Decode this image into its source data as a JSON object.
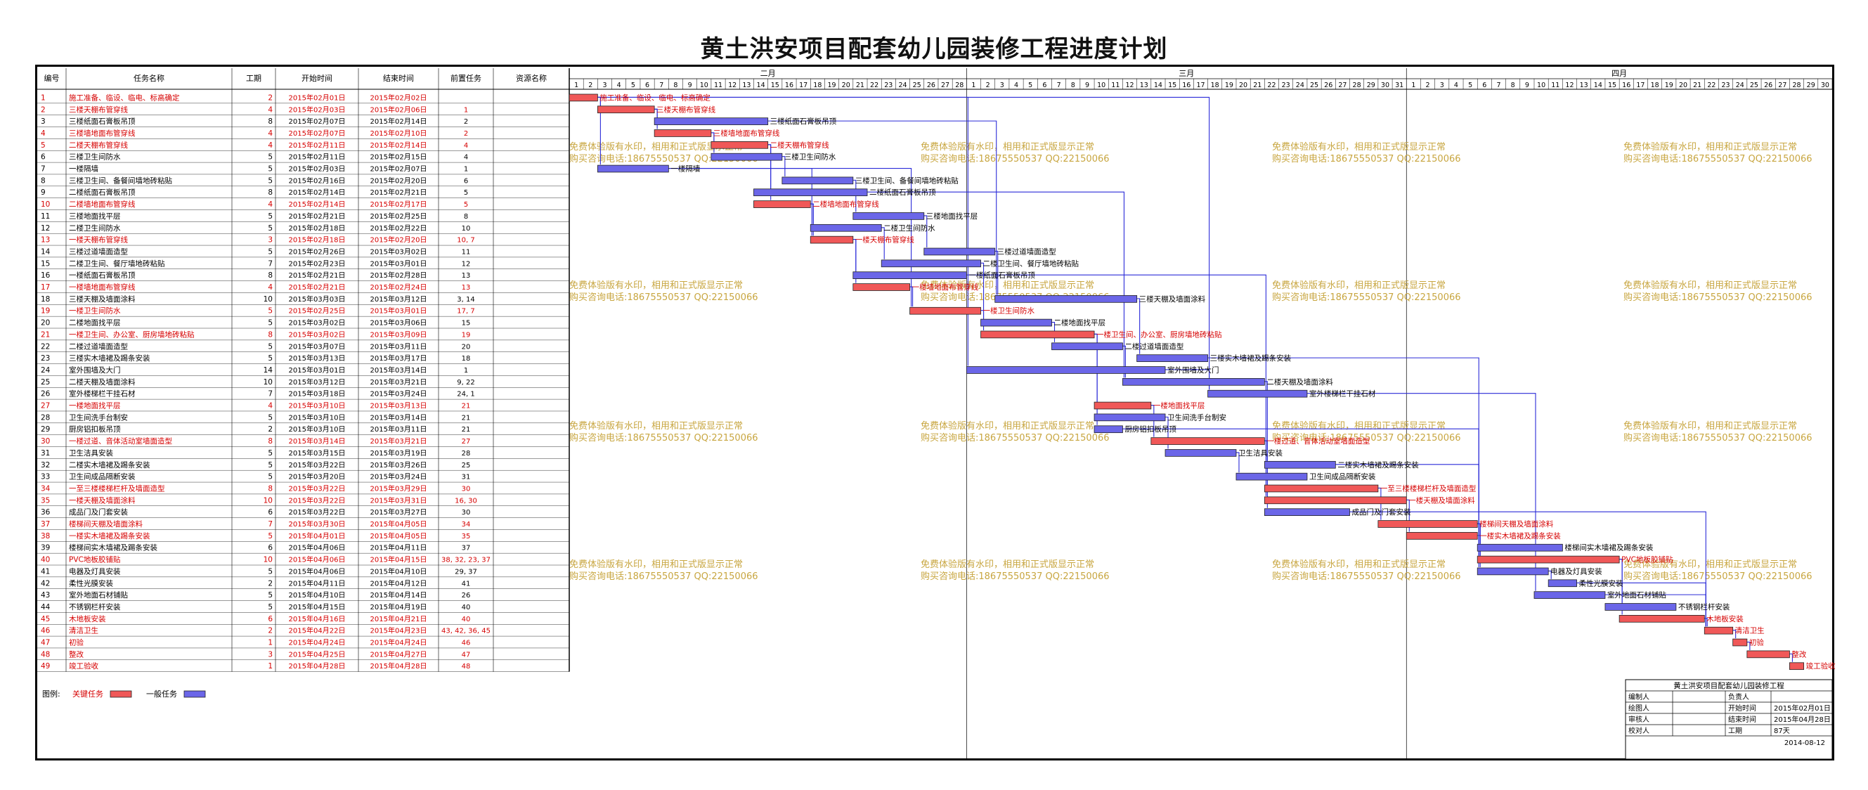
{
  "title": "黄土洪安项目配套幼儿园装修工程进度计划",
  "headers": {
    "no": "编号",
    "name": "任务名称",
    "dur": "工期",
    "start": "开始时间",
    "end": "结束时间",
    "pred": "前置任务",
    "res": "资源名称"
  },
  "months": [
    {
      "label": "二月",
      "days": 28
    },
    {
      "label": "三月",
      "days": 31
    },
    {
      "label": "四月",
      "days": 30
    }
  ],
  "tasks": [
    {
      "no": "1",
      "name": "施工准备、临设、临电、标高确定",
      "dur": "2",
      "start": "2015年02月01日",
      "end": "2015年02月02日",
      "pred": "",
      "critical": true,
      "s": 1,
      "e": 2,
      "bar_label": "施工准备、临设、临电、标高确定"
    },
    {
      "no": "2",
      "name": "三楼天棚布管穿线",
      "dur": "4",
      "start": "2015年02月03日",
      "end": "2015年02月06日",
      "pred": "1",
      "critical": true,
      "s": 3,
      "e": 6,
      "bar_label": "三楼天棚布管穿线"
    },
    {
      "no": "3",
      "name": "三楼纸面石膏板吊顶",
      "dur": "8",
      "start": "2015年02月07日",
      "end": "2015年02月14日",
      "pred": "2",
      "critical": false,
      "s": 7,
      "e": 14,
      "bar_label": "三楼纸面石膏板吊顶"
    },
    {
      "no": "4",
      "name": "三楼墙地面布管穿线",
      "dur": "4",
      "start": "2015年02月07日",
      "end": "2015年02月10日",
      "pred": "2",
      "critical": true,
      "s": 7,
      "e": 10,
      "bar_label": "三楼墙地面布管穿线"
    },
    {
      "no": "5",
      "name": "二楼天棚布管穿线",
      "dur": "4",
      "start": "2015年02月11日",
      "end": "2015年02月14日",
      "pred": "4",
      "critical": true,
      "s": 11,
      "e": 14,
      "bar_label": "二楼天棚布管穿线"
    },
    {
      "no": "6",
      "name": "三楼卫生间防水",
      "dur": "5",
      "start": "2015年02月11日",
      "end": "2015年02月15日",
      "pred": "4",
      "critical": false,
      "s": 11,
      "e": 15,
      "bar_label": "三楼卫生间防水"
    },
    {
      "no": "7",
      "name": "一楼隔墙",
      "dur": "5",
      "start": "2015年02月03日",
      "end": "2015年02月07日",
      "pred": "1",
      "critical": false,
      "s": 3,
      "e": 7,
      "bar_label": "一楼隔墙"
    },
    {
      "no": "8",
      "name": "三楼卫生间、备餐间墙地砖粘贴",
      "dur": "5",
      "start": "2015年02月16日",
      "end": "2015年02月20日",
      "pred": "6",
      "critical": false,
      "s": 16,
      "e": 20,
      "bar_label": "三楼卫生间、备餐间墙地砖粘贴"
    },
    {
      "no": "9",
      "name": "二楼纸面石膏板吊顶",
      "dur": "8",
      "start": "2015年02月14日",
      "end": "2015年02月21日",
      "pred": "5",
      "critical": false,
      "s": 14,
      "e": 21,
      "bar_label": "二楼纸面石膏板吊顶"
    },
    {
      "no": "10",
      "name": "二楼墙地面布管穿线",
      "dur": "4",
      "start": "2015年02月14日",
      "end": "2015年02月17日",
      "pred": "5",
      "critical": true,
      "s": 14,
      "e": 17,
      "bar_label": "二楼墙地面布管穿线"
    },
    {
      "no": "11",
      "name": "三楼地面找平层",
      "dur": "5",
      "start": "2015年02月21日",
      "end": "2015年02月25日",
      "pred": "8",
      "critical": false,
      "s": 21,
      "e": 25,
      "bar_label": "三楼地面找平层"
    },
    {
      "no": "12",
      "name": "二楼卫生间防水",
      "dur": "5",
      "start": "2015年02月18日",
      "end": "2015年02月22日",
      "pred": "10",
      "critical": false,
      "s": 18,
      "e": 22,
      "bar_label": "二楼卫生间防水"
    },
    {
      "no": "13",
      "name": "一楼天棚布管穿线",
      "dur": "3",
      "start": "2015年02月18日",
      "end": "2015年02月20日",
      "pred": "10, 7",
      "critical": true,
      "s": 18,
      "e": 20,
      "bar_label": "一楼天棚布管穿线"
    },
    {
      "no": "14",
      "name": "三楼过道墙面造型",
      "dur": "5",
      "start": "2015年02月26日",
      "end": "2015年03月02日",
      "pred": "11",
      "critical": false,
      "s": 26,
      "e": 30,
      "bar_label": "三楼过道墙面造型"
    },
    {
      "no": "15",
      "name": "二楼卫生间、餐厅墙地砖粘贴",
      "dur": "7",
      "start": "2015年02月23日",
      "end": "2015年03月01日",
      "pred": "12",
      "critical": false,
      "s": 23,
      "e": 29,
      "bar_label": "二楼卫生间、餐厅墙地砖粘贴"
    },
    {
      "no": "16",
      "name": "一楼纸面石膏板吊顶",
      "dur": "8",
      "start": "2015年02月21日",
      "end": "2015年02月28日",
      "pred": "13",
      "critical": false,
      "s": 21,
      "e": 28,
      "bar_label": "一楼纸面石膏板吊顶"
    },
    {
      "no": "17",
      "name": "一楼墙地面布管穿线",
      "dur": "4",
      "start": "2015年02月21日",
      "end": "2015年02月24日",
      "pred": "13",
      "critical": true,
      "s": 21,
      "e": 24,
      "bar_label": "一楼墙地面布管穿线"
    },
    {
      "no": "18",
      "name": "三楼天棚及墙面涂料",
      "dur": "10",
      "start": "2015年03月03日",
      "end": "2015年03月12日",
      "pred": "3, 14",
      "critical": false,
      "s": 31,
      "e": 40,
      "bar_label": "三楼天棚及墙面涂料"
    },
    {
      "no": "19",
      "name": "一楼卫生间防水",
      "dur": "5",
      "start": "2015年02月25日",
      "end": "2015年03月01日",
      "pred": "17, 7",
      "critical": true,
      "s": 25,
      "e": 29,
      "bar_label": "一楼卫生间防水"
    },
    {
      "no": "20",
      "name": "二楼地面找平层",
      "dur": "5",
      "start": "2015年03月02日",
      "end": "2015年03月06日",
      "pred": "15",
      "critical": false,
      "s": 30,
      "e": 34,
      "bar_label": "二楼地面找平层"
    },
    {
      "no": "21",
      "name": "一楼卫生间、办公室、厨房墙地砖粘贴",
      "dur": "8",
      "start": "2015年03月02日",
      "end": "2015年03月09日",
      "pred": "19",
      "critical": true,
      "s": 30,
      "e": 37,
      "bar_label": "一楼卫生间、办公室、厨房墙地砖粘贴"
    },
    {
      "no": "22",
      "name": "二楼过道墙面造型",
      "dur": "5",
      "start": "2015年03月07日",
      "end": "2015年03月11日",
      "pred": "20",
      "critical": false,
      "s": 35,
      "e": 39,
      "bar_label": "二楼过道墙面造型"
    },
    {
      "no": "23",
      "name": "三楼实木墙裙及踢条安装",
      "dur": "5",
      "start": "2015年03月13日",
      "end": "2015年03月17日",
      "pred": "18",
      "critical": false,
      "s": 41,
      "e": 45,
      "bar_label": "三楼实木墙裙及踢条安装"
    },
    {
      "no": "24",
      "name": "室外围墙及大门",
      "dur": "14",
      "start": "2015年03月01日",
      "end": "2015年03月14日",
      "pred": "1",
      "critical": false,
      "s": 29,
      "e": 42,
      "bar_label": "室外围墙及大门"
    },
    {
      "no": "25",
      "name": "二楼天棚及墙面涂料",
      "dur": "10",
      "start": "2015年03月12日",
      "end": "2015年03月21日",
      "pred": "9, 22",
      "critical": false,
      "s": 40,
      "e": 49,
      "bar_label": "二楼天棚及墙面涂料"
    },
    {
      "no": "26",
      "name": "室外楼梯栏干挂石材",
      "dur": "7",
      "start": "2015年03月18日",
      "end": "2015年03月24日",
      "pred": "24, 1",
      "critical": false,
      "s": 46,
      "e": 52,
      "bar_label": "室外楼梯栏干挂石材"
    },
    {
      "no": "27",
      "name": "一楼地面找平层",
      "dur": "4",
      "start": "2015年03月10日",
      "end": "2015年03月13日",
      "pred": "21",
      "critical": true,
      "s": 38,
      "e": 41,
      "bar_label": "一楼地面找平层"
    },
    {
      "no": "28",
      "name": "卫生间洗手台制安",
      "dur": "5",
      "start": "2015年03月10日",
      "end": "2015年03月14日",
      "pred": "21",
      "critical": false,
      "s": 38,
      "e": 42,
      "bar_label": "卫生间洗手台制安"
    },
    {
      "no": "29",
      "name": "厨房铝扣板吊顶",
      "dur": "2",
      "start": "2015年03月10日",
      "end": "2015年03月11日",
      "pred": "21",
      "critical": false,
      "s": 38,
      "e": 39,
      "bar_label": "厨房铝扣板吊顶"
    },
    {
      "no": "30",
      "name": "一楼过道、音体活动室墙面造型",
      "dur": "8",
      "start": "2015年03月14日",
      "end": "2015年03月21日",
      "pred": "27",
      "critical": true,
      "s": 42,
      "e": 49,
      "bar_label": "一楼过道、音体活动室墙面造型"
    },
    {
      "no": "31",
      "name": "卫生洁具安装",
      "dur": "5",
      "start": "2015年03月15日",
      "end": "2015年03月19日",
      "pred": "28",
      "critical": false,
      "s": 43,
      "e": 47,
      "bar_label": "卫生洁具安装"
    },
    {
      "no": "32",
      "name": "二楼实木墙裙及踢条安装",
      "dur": "5",
      "start": "2015年03月22日",
      "end": "2015年03月26日",
      "pred": "25",
      "critical": false,
      "s": 50,
      "e": 54,
      "bar_label": "二楼实木墙裙及踢条安装"
    },
    {
      "no": "33",
      "name": "卫生间成品隔断安装",
      "dur": "5",
      "start": "2015年03月20日",
      "end": "2015年03月24日",
      "pred": "31",
      "critical": false,
      "s": 48,
      "e": 52,
      "bar_label": "卫生间成品隔断安装"
    },
    {
      "no": "34",
      "name": "一至三楼楼梯栏杆及墙面造型",
      "dur": "8",
      "start": "2015年03月22日",
      "end": "2015年03月29日",
      "pred": "30",
      "critical": true,
      "s": 50,
      "e": 57,
      "bar_label": "一至三楼楼梯栏杆及墙面造型"
    },
    {
      "no": "35",
      "name": "一楼天棚及墙面涂料",
      "dur": "10",
      "start": "2015年03月22日",
      "end": "2015年03月31日",
      "pred": "16, 30",
      "critical": true,
      "s": 50,
      "e": 59,
      "bar_label": "一楼天棚及墙面涂料"
    },
    {
      "no": "36",
      "name": "成品门及门套安装",
      "dur": "6",
      "start": "2015年03月22日",
      "end": "2015年03月27日",
      "pred": "30",
      "critical": false,
      "s": 50,
      "e": 55,
      "bar_label": "成品门及门套安装"
    },
    {
      "no": "37",
      "name": "楼梯间天棚及墙面涂料",
      "dur": "7",
      "start": "2015年03月30日",
      "end": "2015年04月05日",
      "pred": "34",
      "critical": true,
      "s": 58,
      "e": 64,
      "bar_label": "楼梯间天棚及墙面涂料"
    },
    {
      "no": "38",
      "name": "一楼实木墙裙及踢条安装",
      "dur": "5",
      "start": "2015年04月01日",
      "end": "2015年04月05日",
      "pred": "35",
      "critical": true,
      "s": 60,
      "e": 64,
      "bar_label": "一楼实木墙裙及踢条安装"
    },
    {
      "no": "39",
      "name": "楼梯间实木墙裙及踢条安装",
      "dur": "6",
      "start": "2015年04月06日",
      "end": "2015年04月11日",
      "pred": "37",
      "critical": false,
      "s": 65,
      "e": 70,
      "bar_label": "楼梯间实木墙裙及踢条安装"
    },
    {
      "no": "40",
      "name": "PVC地板胶铺贴",
      "dur": "10",
      "start": "2015年04月06日",
      "end": "2015年04月15日",
      "pred": "38, 32, 23, 37",
      "critical": true,
      "s": 65,
      "e": 74,
      "bar_label": "PVC地板胶铺贴"
    },
    {
      "no": "41",
      "name": "电器及灯具安装",
      "dur": "5",
      "start": "2015年04月06日",
      "end": "2015年04月10日",
      "pred": "29, 37",
      "critical": false,
      "s": 65,
      "e": 69,
      "bar_label": "电器及灯具安装"
    },
    {
      "no": "42",
      "name": "柔性光膜安装",
      "dur": "2",
      "start": "2015年04月11日",
      "end": "2015年04月12日",
      "pred": "41",
      "critical": false,
      "s": 70,
      "e": 71,
      "bar_label": "柔性光膜安装"
    },
    {
      "no": "43",
      "name": "室外地面石材铺贴",
      "dur": "5",
      "start": "2015年04月10日",
      "end": "2015年04月14日",
      "pred": "26",
      "critical": false,
      "s": 69,
      "e": 73,
      "bar_label": "室外地面石材铺贴"
    },
    {
      "no": "44",
      "name": "不锈钢栏杆安装",
      "dur": "5",
      "start": "2015年04月15日",
      "end": "2015年04月19日",
      "pred": "40",
      "critical": false,
      "s": 74,
      "e": 78,
      "bar_label": "不锈钢栏杆安装"
    },
    {
      "no": "45",
      "name": "木地板安装",
      "dur": "6",
      "start": "2015年04月16日",
      "end": "2015年04月21日",
      "pred": "40",
      "critical": true,
      "s": 75,
      "e": 80,
      "bar_label": "木地板安装"
    },
    {
      "no": "46",
      "name": "清洁卫生",
      "dur": "2",
      "start": "2015年04月22日",
      "end": "2015年04月23日",
      "pred": "43, 42, 36, 45",
      "critical": true,
      "s": 81,
      "e": 82,
      "bar_label": "清洁卫生"
    },
    {
      "no": "47",
      "name": "初验",
      "dur": "1",
      "start": "2015年04月24日",
      "end": "2015年04月24日",
      "pred": "46",
      "critical": true,
      "s": 83,
      "e": 83,
      "bar_label": "初验"
    },
    {
      "no": "48",
      "name": "整改",
      "dur": "3",
      "start": "2015年04月25日",
      "end": "2015年04月27日",
      "pred": "47",
      "critical": true,
      "s": 84,
      "e": 86,
      "bar_label": "整改"
    },
    {
      "no": "49",
      "name": "竣工验收",
      "dur": "1",
      "start": "2015年04月28日",
      "end": "2015年04月28日",
      "pred": "48",
      "critical": true,
      "s": 87,
      "e": 87,
      "bar_label": "竣工验收"
    }
  ],
  "watermark": {
    "line1": "免费体验版有水印，相用和正式版显示正常",
    "line2": "购买咨询电话:18675550537 QQ:22150066"
  },
  "legend": {
    "label": "图例:",
    "critical": "关键任务",
    "normal": "一般任务"
  },
  "info": {
    "title": "黄土洪安项目配套幼儿园装修工程",
    "rows": [
      [
        "编制人",
        "",
        "负责人",
        ""
      ],
      [
        "绘图人",
        "",
        "开始时间",
        "2015年02月01日"
      ],
      [
        "审核人",
        "",
        "结束时间",
        "2015年04月28日"
      ],
      [
        "校对人",
        "",
        "工期",
        "87天"
      ]
    ],
    "date": "2014-08-12"
  },
  "colors": {
    "critical": "#f05858",
    "normal": "#6b66e8",
    "critical_text": "#d60000",
    "watermark": "#c8a640",
    "link": "#2b2bd8"
  }
}
